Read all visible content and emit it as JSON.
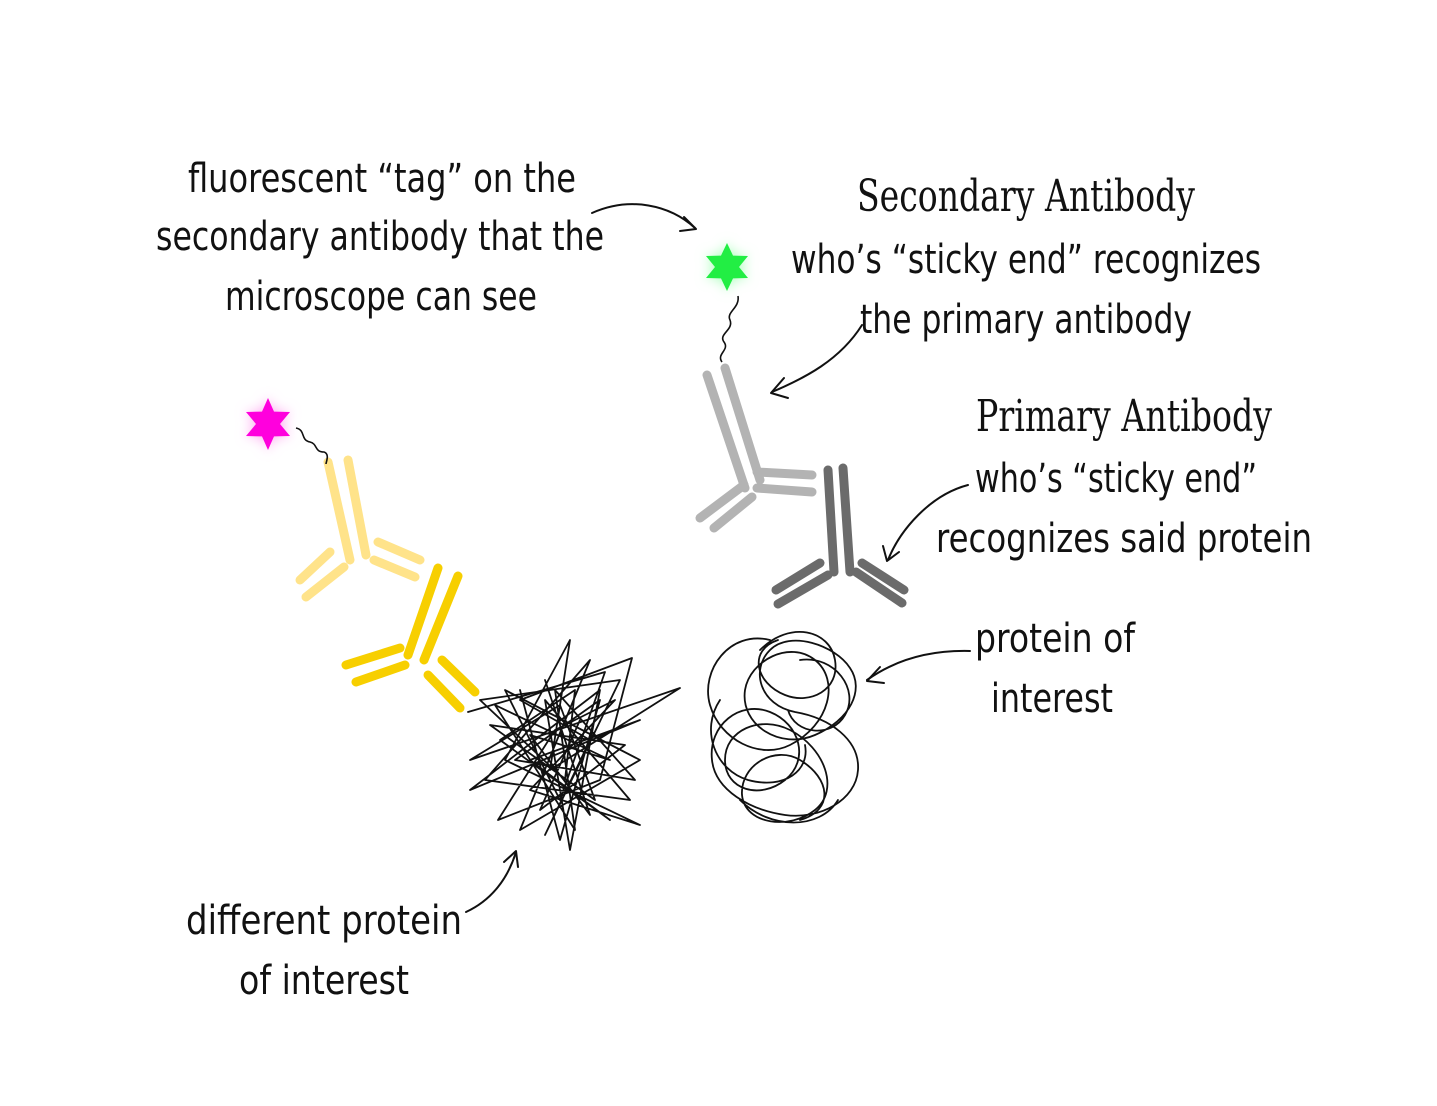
{
  "labels": {
    "fluorescent_tag": {
      "line1": "fluorescent “tag” on the",
      "line2": "secondary antibody that the",
      "line3": "microscope can see"
    },
    "secondary_antibody": {
      "title": "Secondary Antibody",
      "line1": "who’s “sticky end” recognizes",
      "line2": "the primary antibody"
    },
    "primary_antibody": {
      "title": "Primary Antibody",
      "line1": "who’s “sticky end”",
      "line2": "recognizes said protein"
    },
    "protein_of_interest": {
      "line1": "protein of",
      "line2": "interest"
    },
    "different_protein": {
      "line1": "different protein",
      "line2": "of interest"
    }
  },
  "colors": {
    "background": "#ffffff",
    "ink": "#111111",
    "green_tag": "#22ee44",
    "green_glow": "#aaffbb",
    "magenta_tag": "#ff00dd",
    "magenta_glow": "#ffaaf2",
    "secondary_gray": "#b3b3b3",
    "primary_gray": "#6b6b6b",
    "secondary_yellow": "#ffe38a",
    "primary_yellow": "#f7cf00"
  },
  "icons": {
    "green_tag": "star-icon",
    "magenta_tag": "star-icon"
  }
}
